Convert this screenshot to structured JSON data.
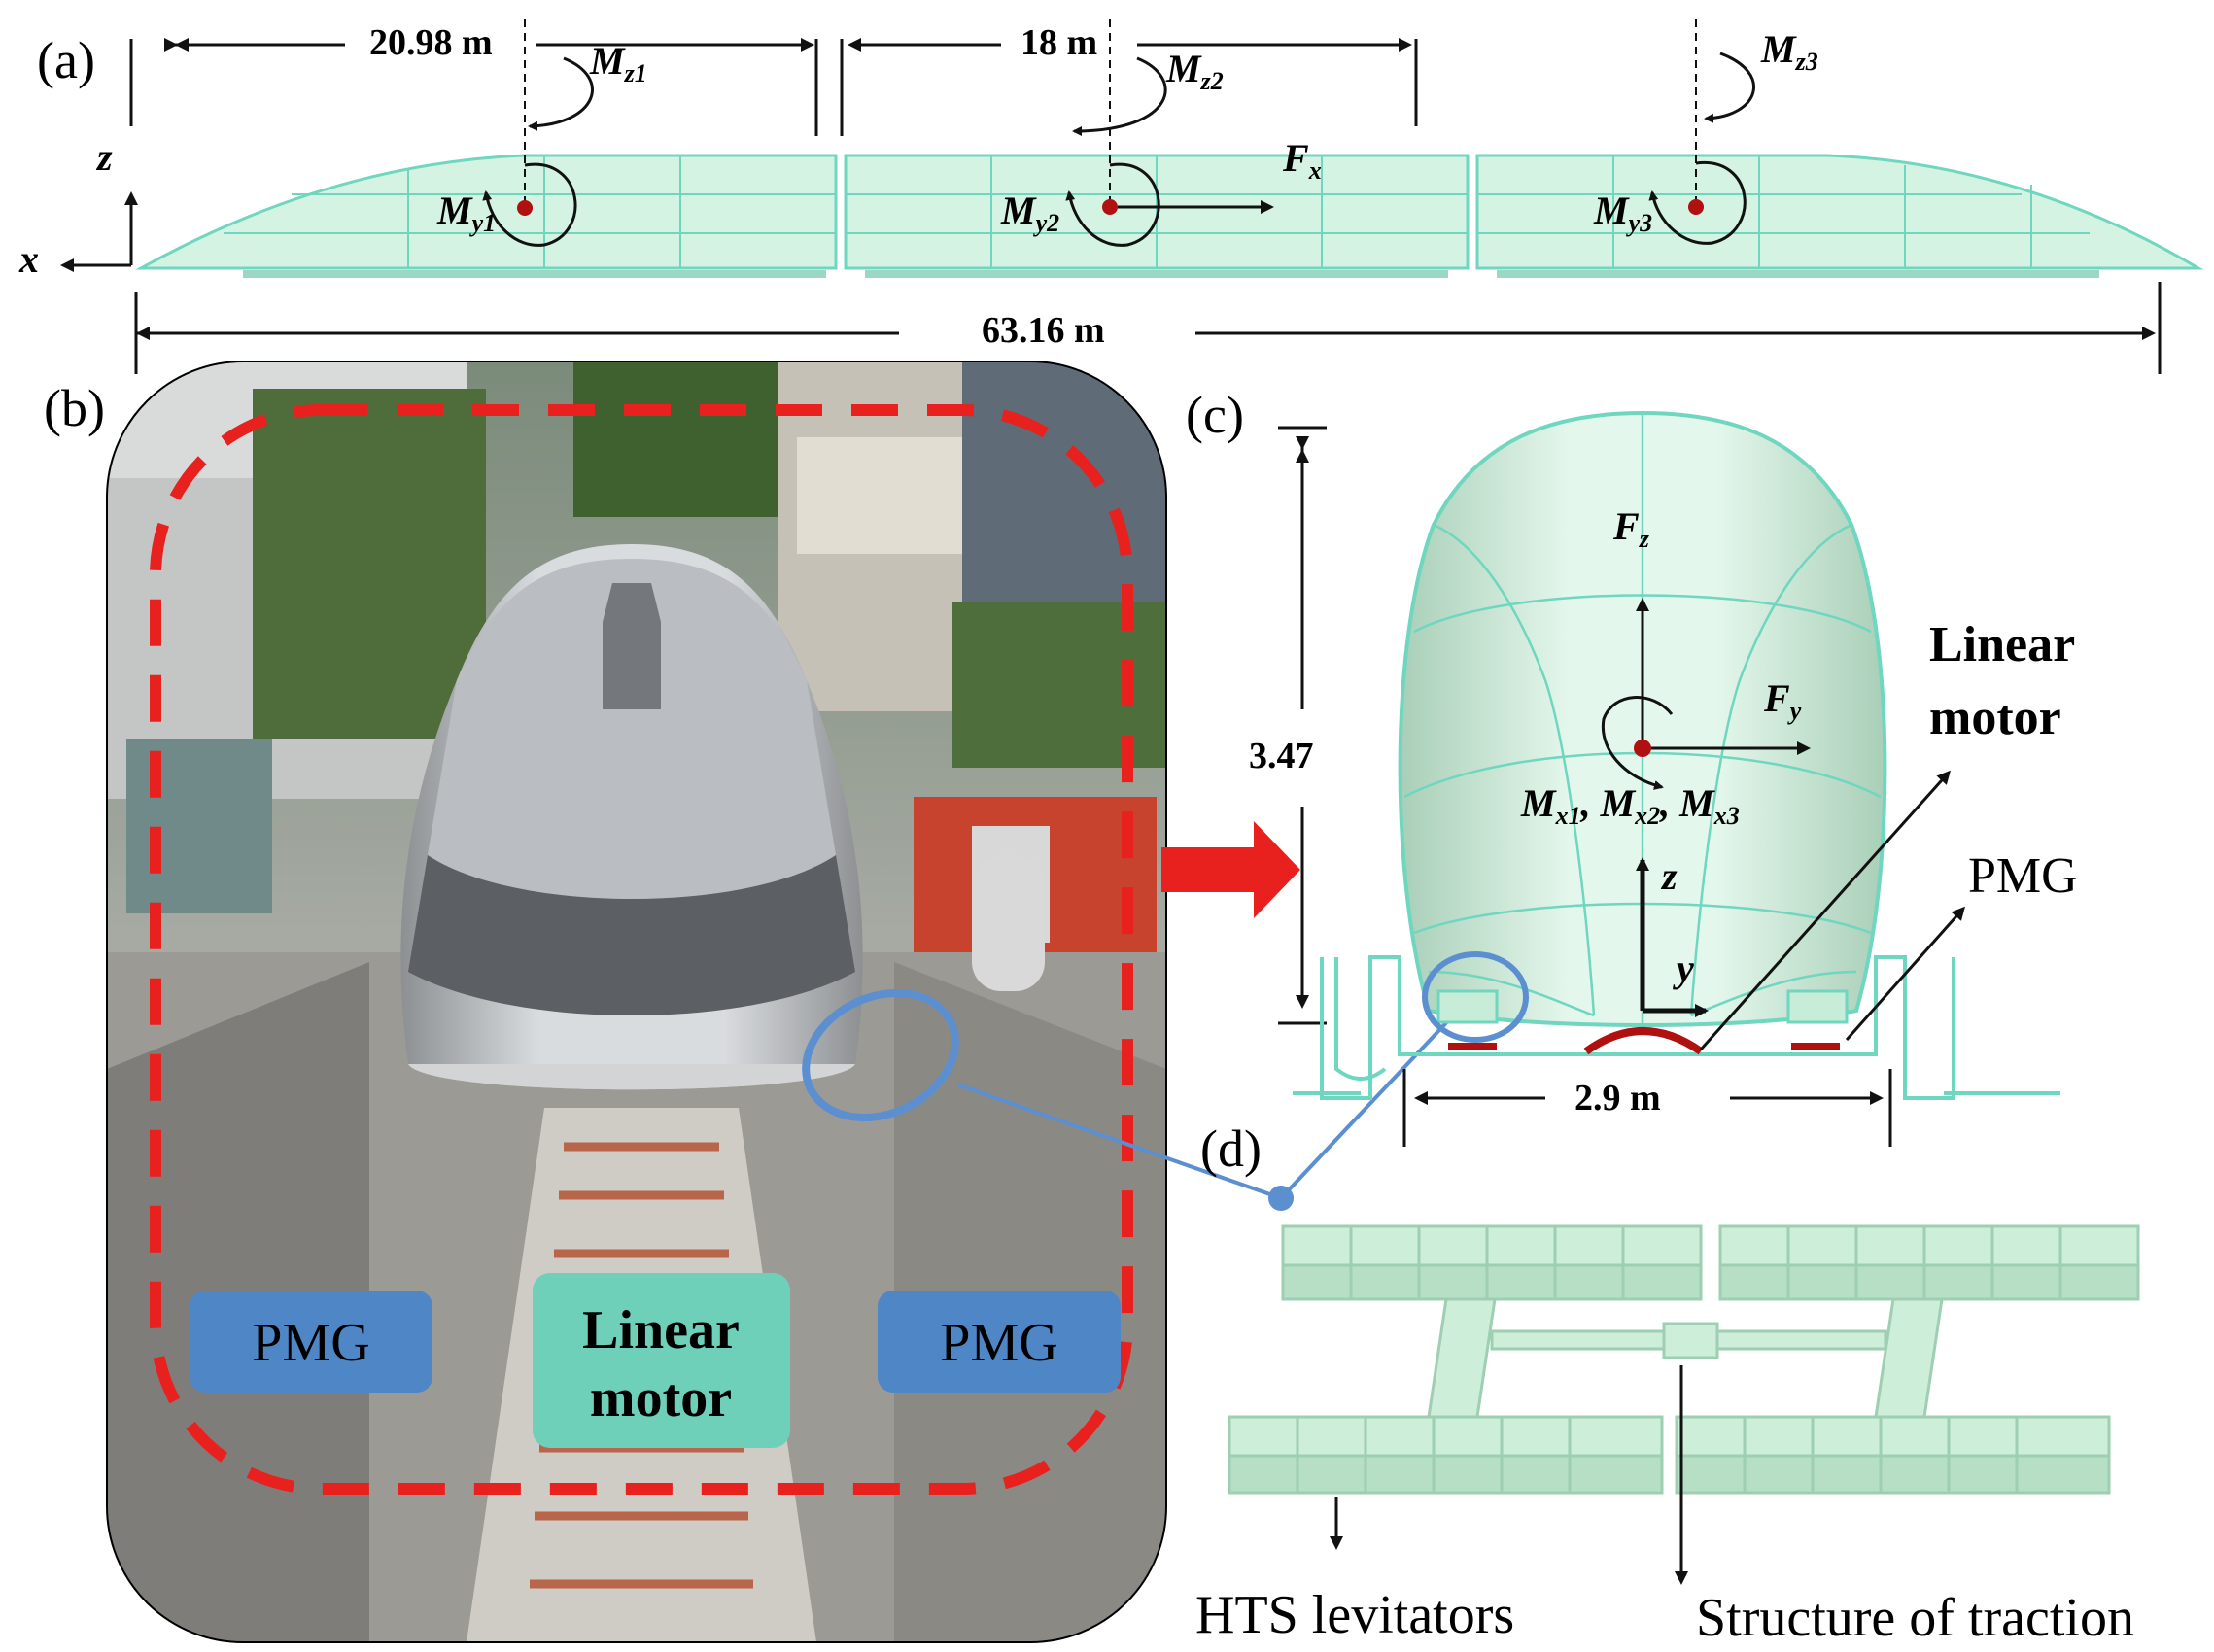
{
  "panels": {
    "a": {
      "label": "(a)",
      "dims": {
        "car1": "20.98 m",
        "car2": "18 m",
        "total": "63.16 m"
      },
      "moments_z": [
        "z1",
        "z2",
        "z3"
      ],
      "moments_y": [
        "y1",
        "y2",
        "y3"
      ],
      "force_x": "x",
      "axes": {
        "z": "z",
        "x": "x"
      }
    },
    "b": {
      "label": "(b)",
      "boxes": {
        "left": "PMG",
        "center_line1": "Linear",
        "center_line2": "motor",
        "right": "PMG"
      }
    },
    "c": {
      "label": "(c)",
      "height": "3.47",
      "width": "2.9 m",
      "forces": {
        "z": "z",
        "y": "y"
      },
      "moments": [
        "x1",
        "x2",
        "x3"
      ],
      "axes": {
        "z": "z",
        "y": "y"
      },
      "callouts": {
        "linear_line1": "Linear",
        "linear_line2": "motor",
        "pmg": "PMG"
      }
    },
    "d": {
      "label": "(d)",
      "callouts": {
        "hts": "HTS levitators",
        "traction": "Structure of traction"
      }
    }
  },
  "colors": {
    "train_fill": "#d5f3e2",
    "train_line": "#6fd6c0",
    "dashed_frame": "#e8201e",
    "pmg_box": "#4f86c6",
    "motor_box": "#6fd0b9",
    "callout_circle": "#5b8fd0",
    "centroid": "#b01010"
  }
}
